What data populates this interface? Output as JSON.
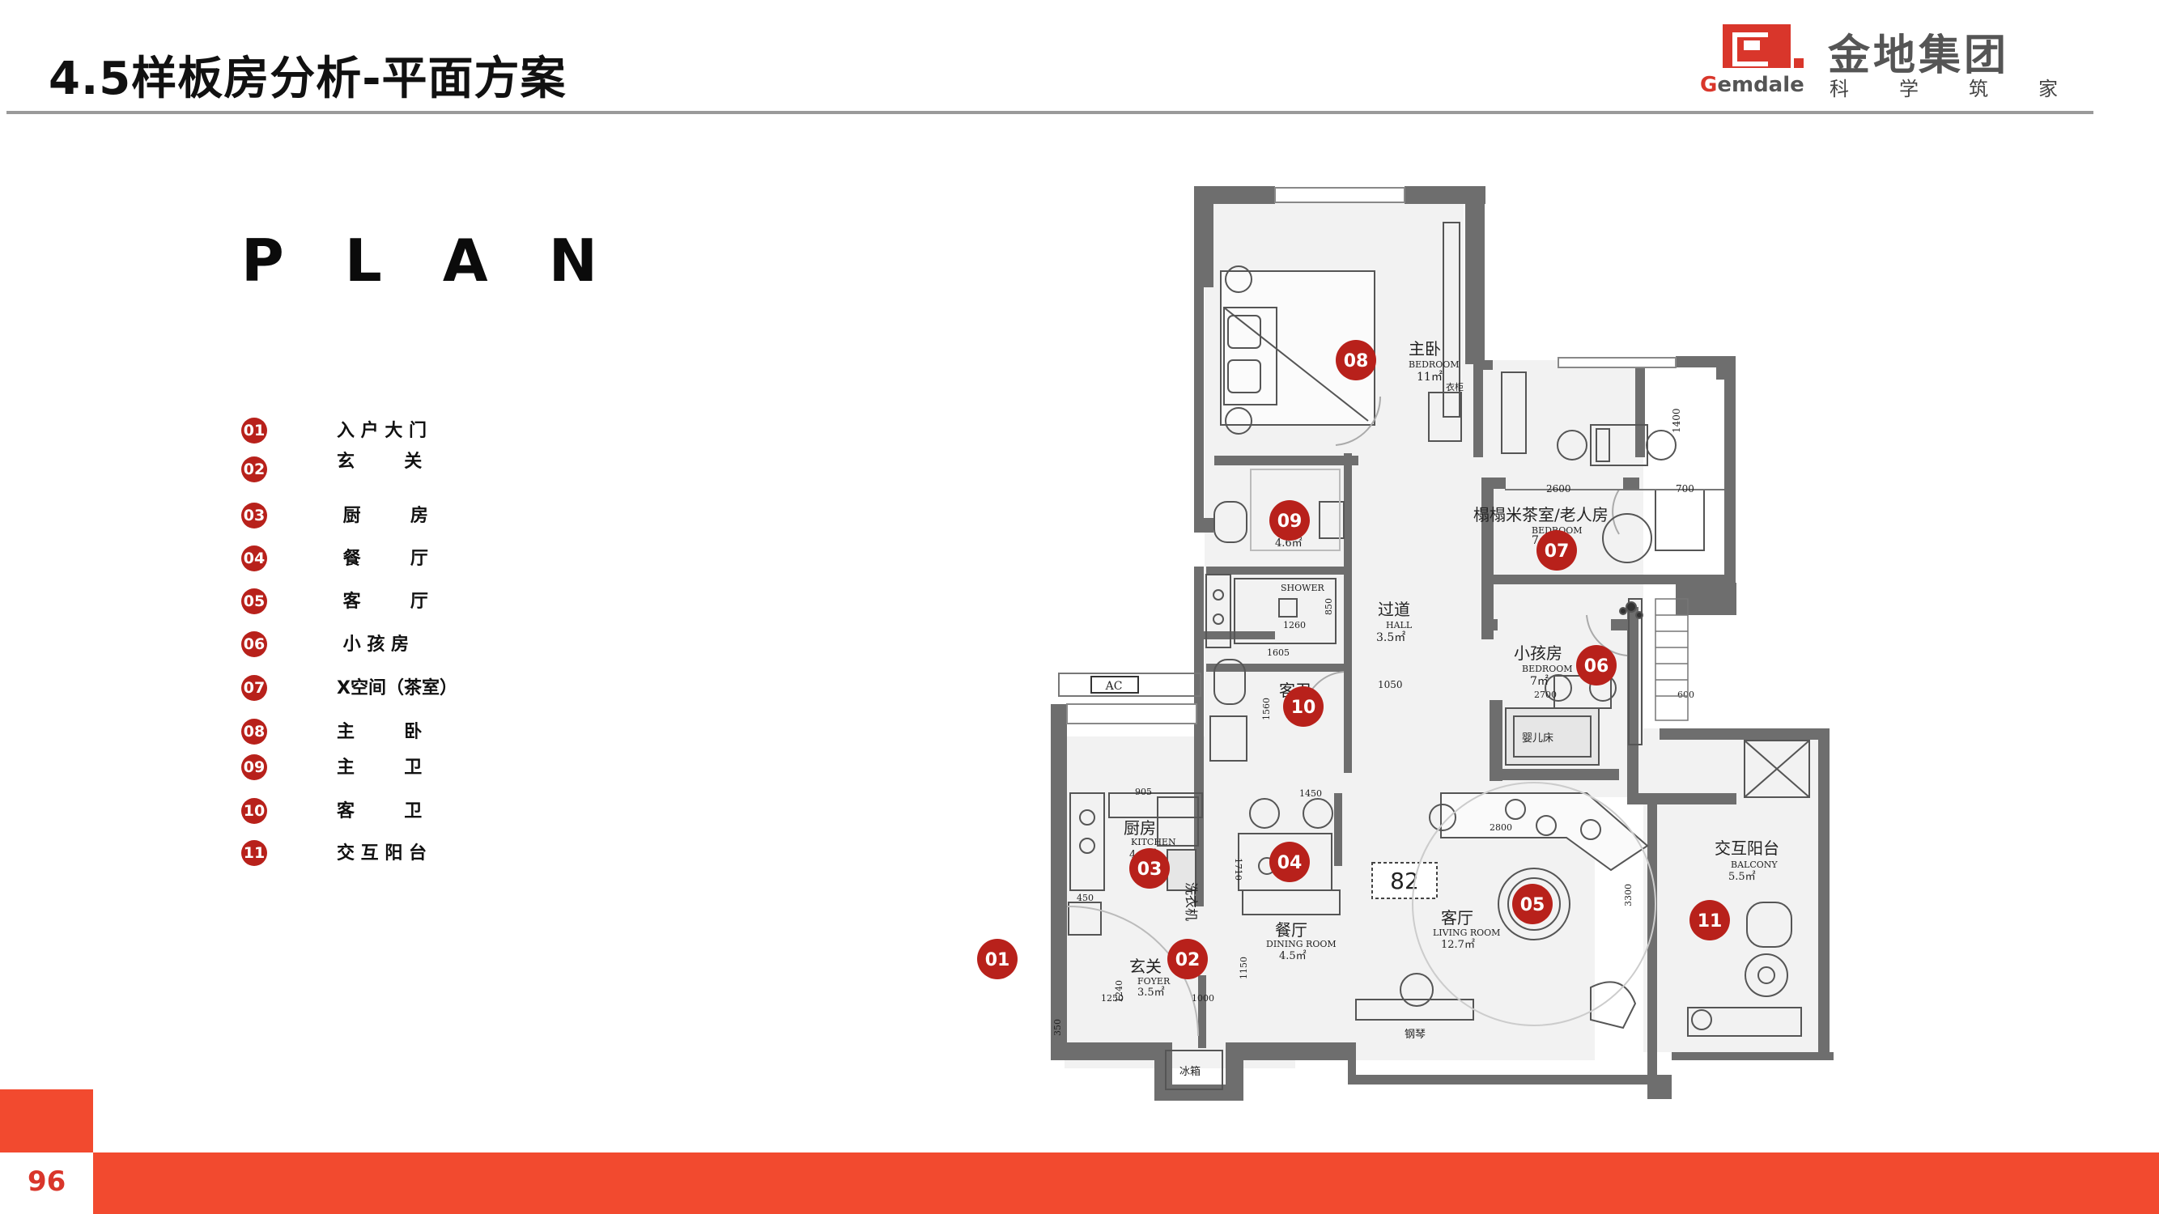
{
  "header": {
    "title": "4.5样板房分析-平面方案"
  },
  "logo": {
    "brand_cn": "金地集团",
    "brand_en_g": "G",
    "brand_en_rest": "emdale",
    "slogan": [
      "科",
      "学",
      "筑",
      "家"
    ],
    "colors": {
      "accent": "#d9362b",
      "text": "#555555"
    }
  },
  "plan_word": [
    "P",
    "L",
    "A",
    "N"
  ],
  "legend": [
    {
      "num": "01",
      "label": "入 户 大 门"
    },
    {
      "num": "02",
      "label": "玄        关"
    },
    {
      "num": "03",
      "label": " 厨        房"
    },
    {
      "num": "04",
      "label": " 餐        厅"
    },
    {
      "num": "05",
      "label": " 客        厅"
    },
    {
      "num": "06",
      "label": " 小 孩 房"
    },
    {
      "num": "07",
      "label": "X空间（茶室）"
    },
    {
      "num": "08",
      "label": "主        卧"
    },
    {
      "num": "09",
      "label": "主        卫"
    },
    {
      "num": "10",
      "label": "客        卫"
    },
    {
      "num": "11",
      "label": "交 互 阳 台"
    }
  ],
  "floorplan": {
    "markers": [
      "01",
      "02",
      "03",
      "04",
      "05",
      "06",
      "07",
      "08",
      "09",
      "10",
      "11"
    ],
    "rooms": {
      "master_cn": "主卧",
      "master_en": "BEDROOM",
      "master_area": "11㎡",
      "wardrobe": "衣柜",
      "tea_cn": "榻榻米茶室/老人房",
      "tea_en": "BEDROOM",
      "tea_area": "7㎡",
      "master_bath_area": "4.6㎡",
      "shower": "SHOWER",
      "hall_cn": "过道",
      "hall_en": "HALL",
      "hall_area": "3.5㎡",
      "child_cn": "小孩房",
      "child_en": "BEDROOM",
      "child_area": "7㎡",
      "crib": "婴儿床",
      "guest_bath": "客卫",
      "kitchen_cn": "厨房",
      "kitchen_en": "KITCHEN",
      "kitchen_area": "4.3㎡",
      "washer": "洗衣机",
      "dining_cn": "餐厅",
      "dining_en": "DINING ROOM",
      "dining_area": "4.5㎡",
      "living_cn": "客厅",
      "living_en": "LIVING ROOM",
      "living_area": "12.7㎡",
      "foyer_cn": "玄关",
      "foyer_en": "FOYER",
      "foyer_area": "3.5㎡",
      "balcony_cn": "交互阳台",
      "balcony_en": "BALCONY",
      "balcony_area": "5.5㎡",
      "fridge": "冰箱",
      "piano": "钢琴",
      "ac": "AC",
      "tv_box": "82"
    },
    "dims": {
      "d2600": "2600",
      "d700": "700",
      "d1400": "1400",
      "d1260": "1260",
      "d850": "850",
      "d1605": "1605",
      "d1050": "1050",
      "d1560": "1560",
      "d2700": "2700",
      "d600": "600",
      "d905": "905",
      "d1450": "1450",
      "d1710": "1710",
      "d2800": "2800",
      "d3300": "3300",
      "d1240": "1240",
      "d1250": "1250",
      "d1000": "1000",
      "d1150": "1150",
      "d350": "350",
      "d450": "450"
    }
  },
  "footer": {
    "page_number": "96",
    "accent_color": "#f24a2f"
  }
}
